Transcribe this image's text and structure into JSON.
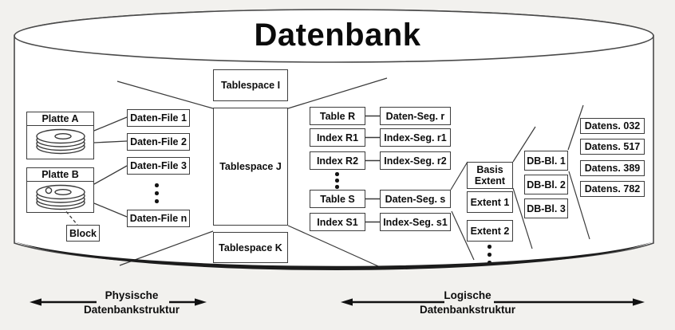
{
  "title": "Datenbank",
  "colors": {
    "background": "#f2f1ee",
    "cylinder_fill": "#ffffff",
    "stroke": "#3d3d3d",
    "text": "#0d0d0d"
  },
  "physical": {
    "disks": [
      {
        "label": "Platte A"
      },
      {
        "label": "Platte B"
      }
    ],
    "block_label": "Block",
    "data_files": [
      "Daten-File 1",
      "Daten-File 2",
      "Daten-File 3",
      "Daten-File n"
    ]
  },
  "logical": {
    "tablespaces": [
      "Tablespace I",
      "Tablespace J",
      "Tablespace K"
    ],
    "tables": [
      "Table R",
      "Index R1",
      "Index R2",
      "Table S",
      "Index S1"
    ],
    "segments": [
      "Daten-Seg. r",
      "Index-Seg. r1",
      "Index-Seg. r2",
      "Daten-Seg. s",
      "Index-Seg. s1"
    ],
    "extents": [
      "Basis Extent",
      "Extent 1",
      "Extent 2"
    ],
    "db_blocks": [
      "DB-Bl. 1",
      "DB-Bl. 2",
      "DB-Bl. 3"
    ],
    "records": [
      "Datens. 032",
      "Datens. 517",
      "Datens. 389",
      "Datens. 782"
    ]
  },
  "legend": {
    "physical": {
      "line1": "Physische",
      "line2": "Datenbankstruktur"
    },
    "logical": {
      "line1": "Logische",
      "line2": "Datenbankstruktur"
    }
  }
}
